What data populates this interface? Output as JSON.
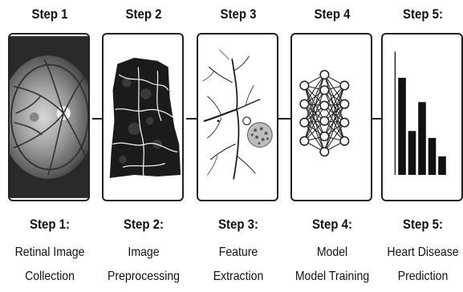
{
  "steps": [
    {
      "top_label": "Step 1",
      "bottom_title": "Step 1:",
      "line1": "Retinal Image",
      "line2": "Collection",
      "icon": "retina-fundus-icon"
    },
    {
      "top_label": "Step 2",
      "bottom_title": "Step 2:",
      "line1": "Image",
      "line2": "Preprocessing",
      "icon": "segmented-vessels-icon"
    },
    {
      "top_label": "Step 3",
      "bottom_title": "Step 3:",
      "line1": "Feature",
      "line2": "Extraction",
      "icon": "vessel-tree-icon"
    },
    {
      "top_label": "Step 4",
      "bottom_title": "Step 4:",
      "line1": "Model",
      "line2": "Model Training",
      "icon": "neural-network-icon"
    },
    {
      "top_label": "Step 5:",
      "bottom_title": "Step 5:",
      "line1": "Heart Disease",
      "line2": "Prediction",
      "icon": "bar-chart-icon"
    }
  ],
  "colors": {
    "border": "#222222",
    "arrow": "#222222",
    "background": "#ffffff"
  },
  "prediction_bars": [
    0.84,
    0.38,
    0.63,
    0.32,
    0.16
  ]
}
